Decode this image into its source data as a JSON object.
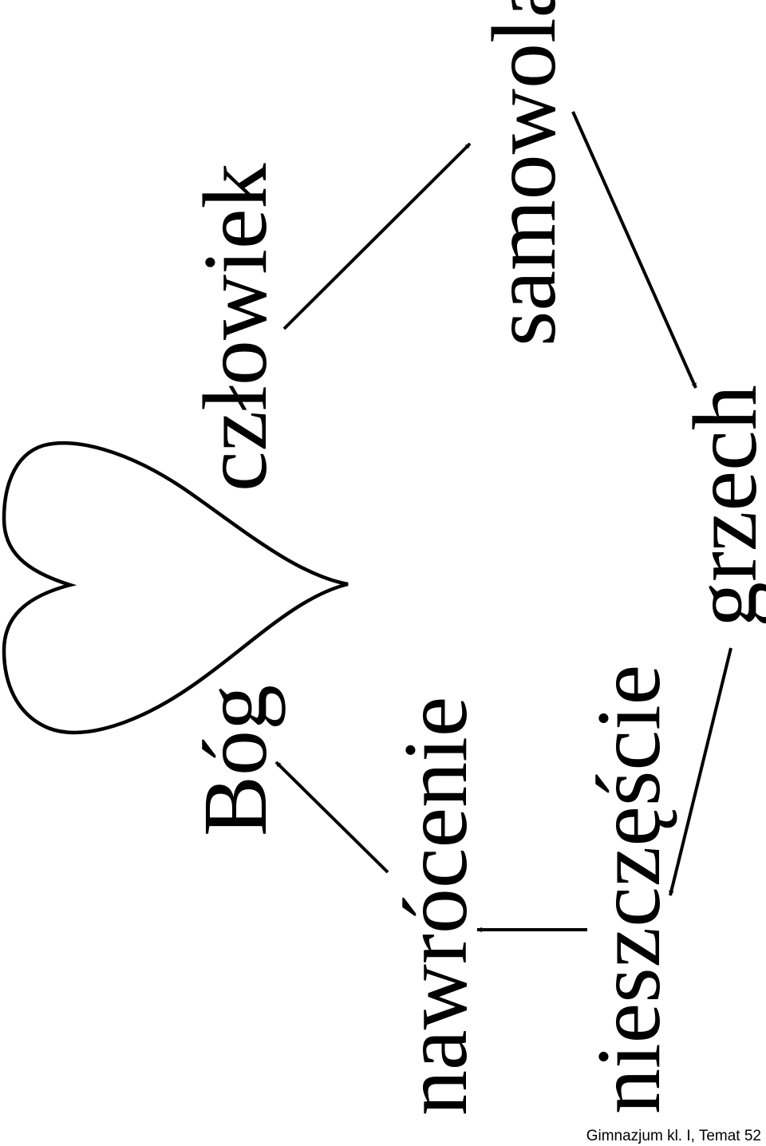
{
  "diagram": {
    "nodes": {
      "bog": "Bóg",
      "czlowiek": "człowiek",
      "samowola": "samowola",
      "grzech": "grzech",
      "nieszczescie": "nieszczęście",
      "nawrocenie": "nawrócenie"
    },
    "links": [
      {
        "from": "czlowiek",
        "to": "samowola"
      },
      {
        "from": "samowola",
        "to": "grzech"
      },
      {
        "from": "grzech",
        "to": "nieszczescie"
      },
      {
        "from": "nieszczescie",
        "to": "nawrocenie"
      },
      {
        "from": "nawrocenie",
        "to": "bog"
      }
    ],
    "heart_between": [
      "bog",
      "czlowiek"
    ]
  },
  "footer": "Gimnazjum kl. I, Temat 52",
  "colors": {
    "ink": "#000000",
    "background": "#ffffff"
  }
}
